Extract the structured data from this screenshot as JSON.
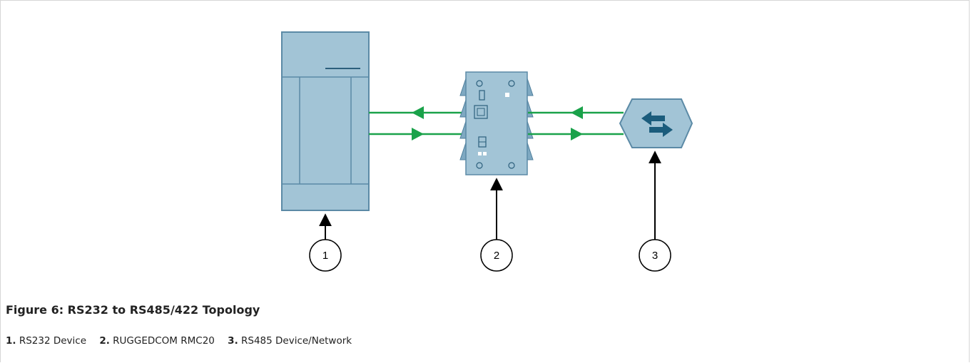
{
  "figure": {
    "title": "Figure 6: RS232 to RS485/422 Topology"
  },
  "callouts": [
    "1",
    "2",
    "3"
  ],
  "legend": [
    {
      "number": "1.",
      "label": "RS232 Device"
    },
    {
      "number": "2.",
      "label": "RUGGEDCOM RMC20"
    },
    {
      "number": "3.",
      "label": "RS485 Device/Network"
    }
  ],
  "colors": {
    "device_fill": "#a2c4d6",
    "device_stroke": "#5b8aa6",
    "link": "#1aa24a",
    "network_icon": "#1b5c7c"
  },
  "icons": {
    "device_1": "rs232-device-icon",
    "device_2": "serial-converter-icon",
    "device_3": "network-hexagon-icon"
  }
}
